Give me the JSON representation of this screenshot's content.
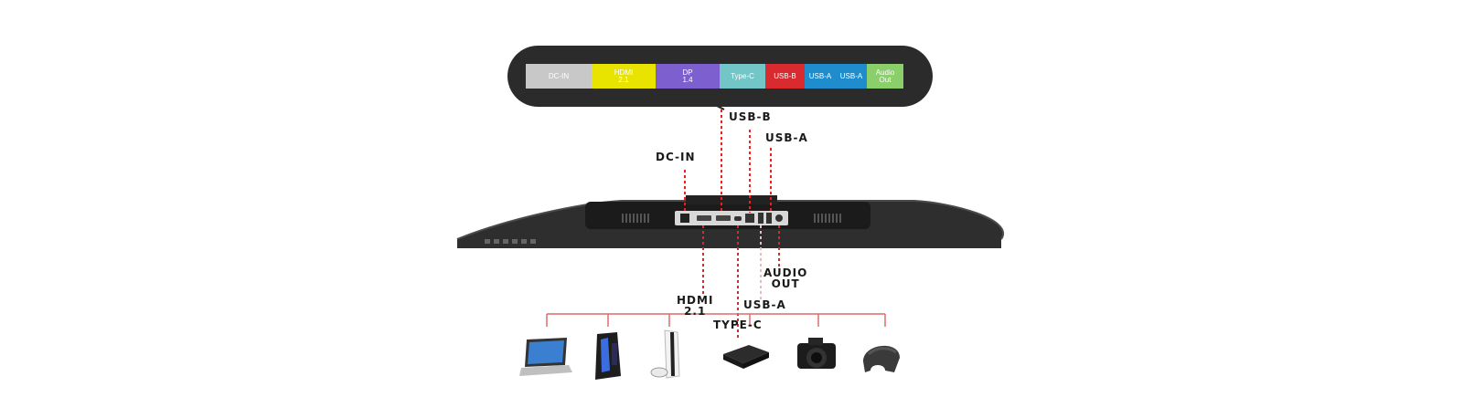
{
  "port_bar": {
    "segments": [
      {
        "label": "DC-IN",
        "color": "#c8c8c8",
        "width": 72
      },
      {
        "label": "HDMI\n2.1",
        "color": "#e8e400",
        "width": 70
      },
      {
        "label": "DP\n1.4",
        "color": "#7e5fcf",
        "width": 70
      },
      {
        "label": "Type-C",
        "color": "#72c6c8",
        "width": 50
      },
      {
        "label": "USB-B",
        "color": "#d92a2f",
        "width": 43
      },
      {
        "label": "USB-A",
        "color": "#1e8ccd",
        "width": 34
      },
      {
        "label": "USB-A",
        "color": "#1e8ccd",
        "width": 34
      },
      {
        "label": "Audio\nOut",
        "color": "#8bcf6a",
        "width": 40
      }
    ]
  },
  "callouts": {
    "usb_b": "USB-B",
    "usb_a_top": "USB-A",
    "dc_in": "DC-IN",
    "audio_out": "AUDIO\nOUT",
    "hdmi": "HDMI\n2.1",
    "usb_a_bottom": "USB-A",
    "type_c": "TYPE-C"
  },
  "devices": [
    {
      "name": "laptop-icon"
    },
    {
      "name": "desktop-pc-icon"
    },
    {
      "name": "game-console-icon"
    },
    {
      "name": "streaming-box-icon"
    },
    {
      "name": "camera-icon"
    },
    {
      "name": "vr-headset-icon"
    }
  ],
  "colors": {
    "line_red": "#e0262b",
    "bracket_red": "#e06c6c",
    "monitor_dark": "#2a2a2a"
  }
}
